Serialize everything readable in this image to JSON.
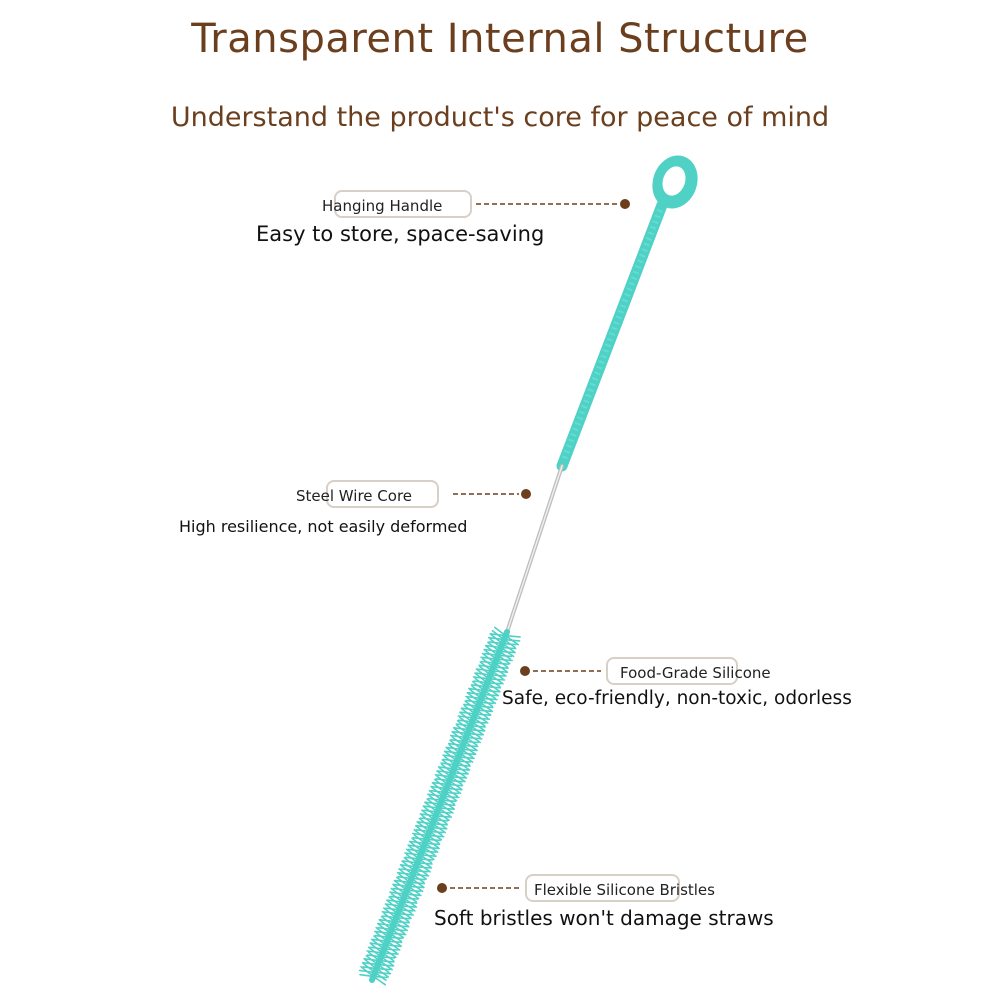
{
  "header": {
    "title": "Transparent Internal Structure",
    "subtitle": "Understand the product's core for peace of mind"
  },
  "callouts": [
    {
      "label": "Hanging Handle",
      "description": "Easy to store, space-saving"
    },
    {
      "label": "Steel Wire Core",
      "description": "High resilience, not easily deformed"
    },
    {
      "label": "Food-Grade Silicone",
      "description": "Safe, eco-friendly, non-toxic, odorless"
    },
    {
      "label": "Flexible Silicone Bristles",
      "description": "Soft bristles won't damage straws"
    }
  ],
  "colors": {
    "heading": "#6b3f1e",
    "silicone": "#4fd1c5",
    "dot": "#6b3f1e",
    "wire": "#c9c9c9"
  }
}
